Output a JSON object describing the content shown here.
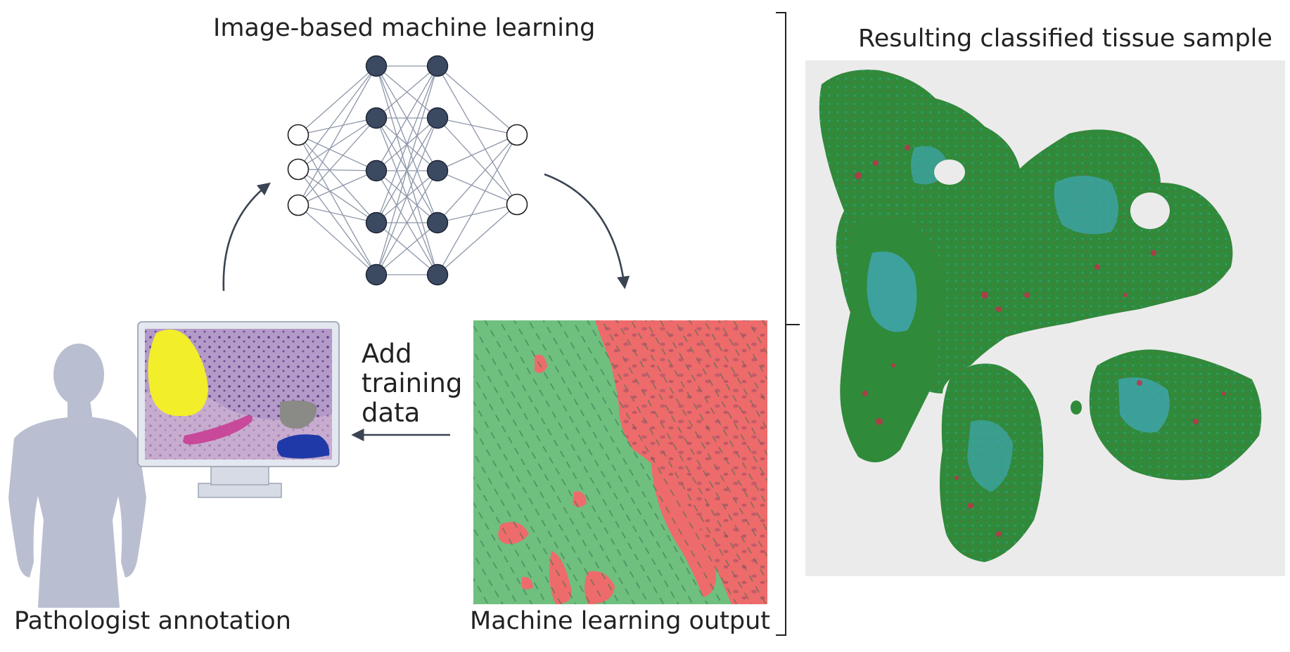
{
  "titles": {
    "ml": "Image-based machine learning",
    "result": "Resulting classified tissue sample"
  },
  "captions": {
    "pathologist": "Pathologist annotation",
    "ml_output": "Machine learning output"
  },
  "add_training": {
    "line1": "Add",
    "line2": "training",
    "line3": "data"
  },
  "colors": {
    "node_dark": "#3b4961",
    "edge": "#8c96a8",
    "arrow": "#3a4452",
    "person": "#b9bed0",
    "ml_green": "#6fbf7f",
    "ml_red": "#ee6b6b",
    "tissue_green": "#2f8a3a",
    "tissue_teal": "#3fa6b0",
    "tissue_red": "#c0334a",
    "ann_yellow": "#f2ee2a",
    "ann_pink": "#c8489a",
    "ann_grey": "#8a8a86",
    "ann_blue": "#1f3aa8"
  }
}
